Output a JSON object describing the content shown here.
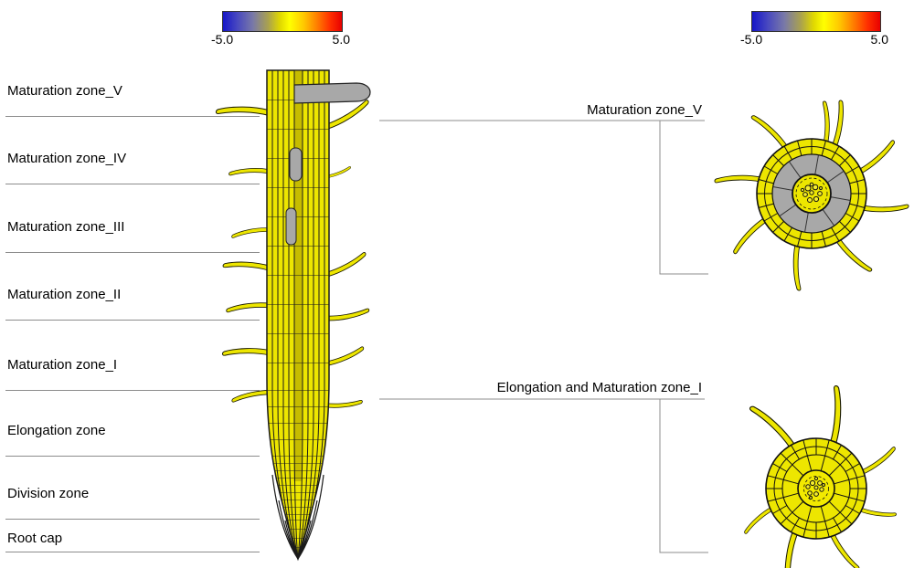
{
  "figure": {
    "colorbar_left": {
      "min_label": "-5.0",
      "max_label": "5.0"
    },
    "colorbar_right": {
      "min_label": "-5.0",
      "max_label": "5.0"
    },
    "left_zones": [
      {
        "label": "Maturation zone_V"
      },
      {
        "label": "Maturation zone_IV"
      },
      {
        "label": "Maturation zone_III"
      },
      {
        "label": "Maturation zone_II"
      },
      {
        "label": "Maturation zone_I"
      },
      {
        "label": "Elongation zone"
      },
      {
        "label": "Division zone"
      },
      {
        "label": "Root cap"
      }
    ],
    "cross_sections": [
      {
        "label": "Maturation zone_V"
      },
      {
        "label": "Elongation and Maturation zone_I"
      }
    ],
    "colors": {
      "cell_yellow": "#ede600",
      "tissue_gray": "#a8a8a8",
      "colormap_min": "#1616c8",
      "colormap_mid": "#ffff00",
      "colormap_max": "#e80000"
    }
  }
}
